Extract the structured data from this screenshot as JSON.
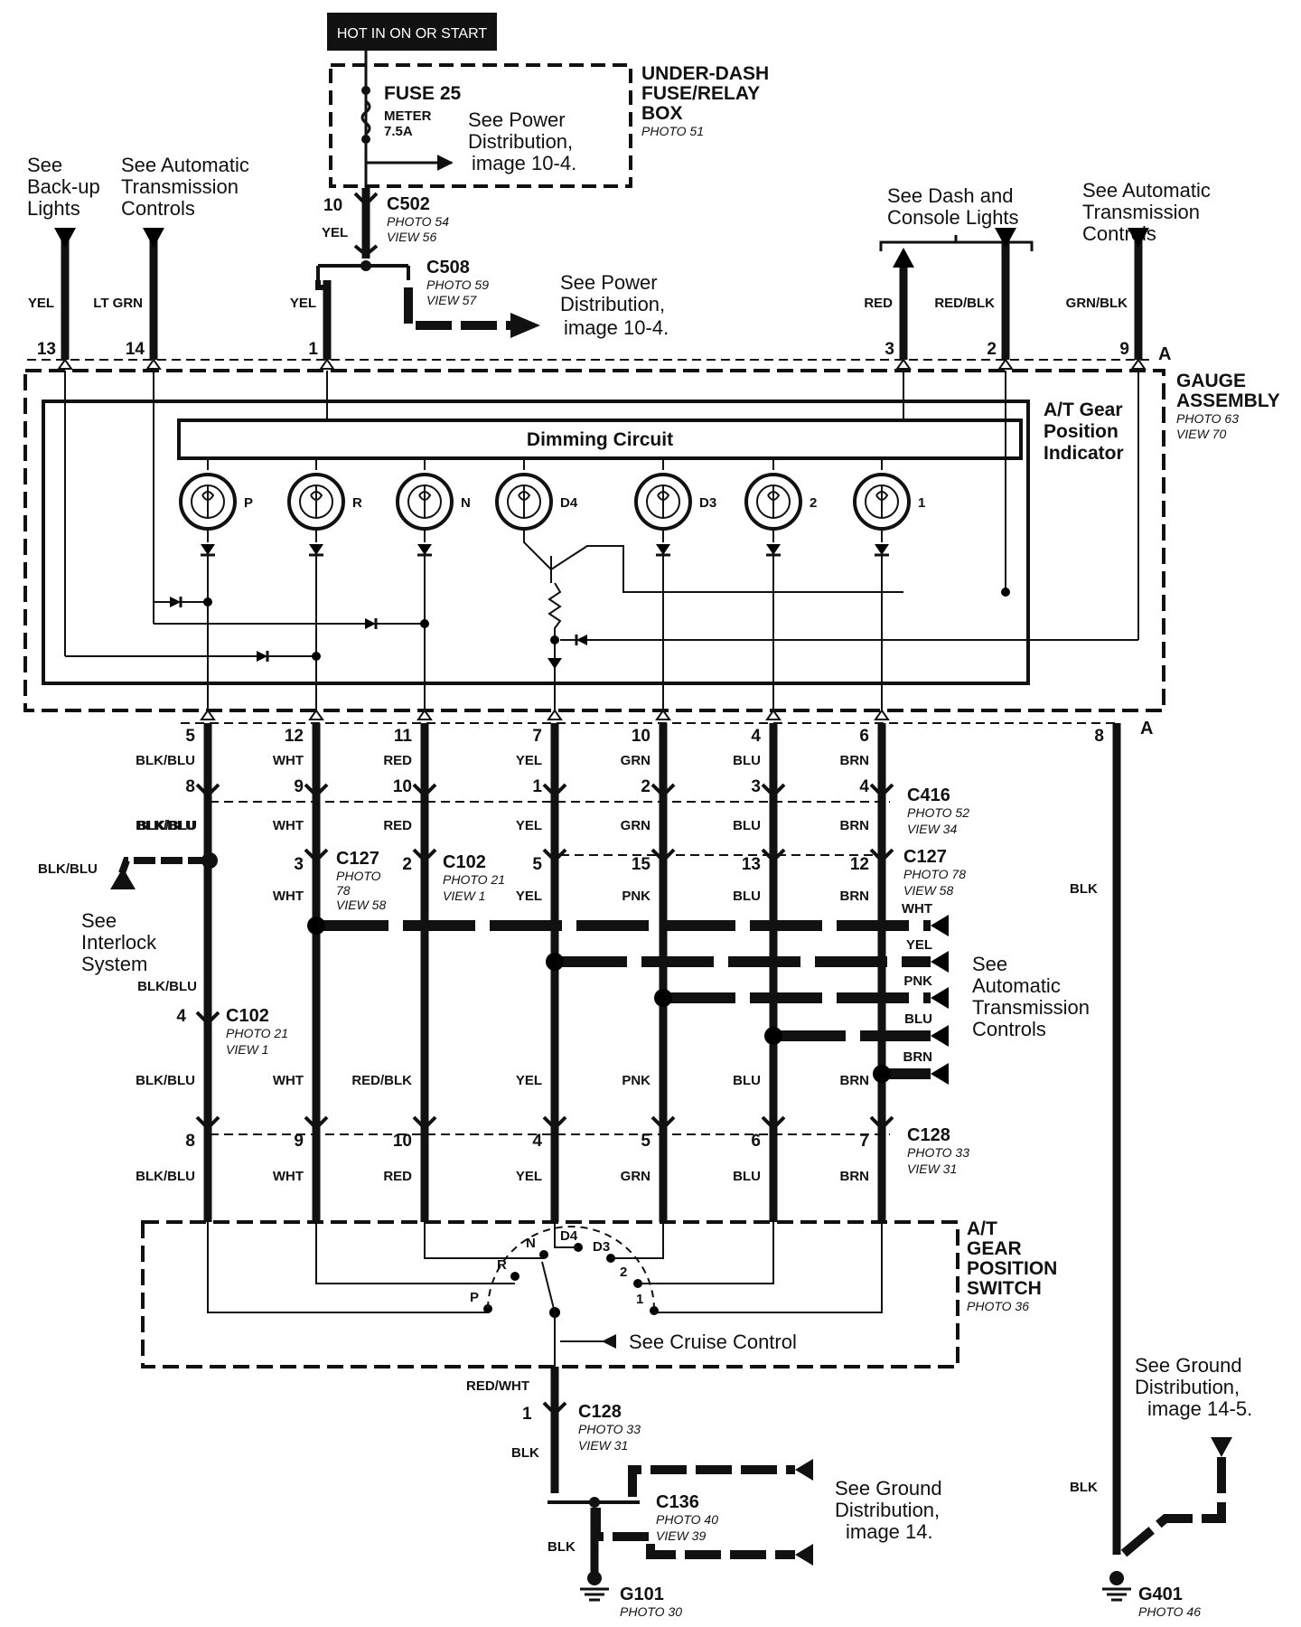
{
  "header": {
    "hot_label": "HOT IN ON OR START"
  },
  "fuse_box": {
    "title": [
      "UNDER-DASH",
      "FUSE/RELAY",
      "BOX"
    ],
    "photo": "PHOTO 51",
    "fuse": "FUSE 25",
    "fuse_sub": [
      "METER",
      "7.5A"
    ],
    "see": [
      "See Power",
      "Distribution,",
      "image 10-4."
    ]
  },
  "connectors": {
    "c502": {
      "name": "C502",
      "photo": "PHOTO 54",
      "view": "VIEW 56",
      "pin": "10"
    },
    "c508": {
      "name": "C508",
      "photo": "PHOTO 59",
      "view": "VIEW 57"
    },
    "c416": {
      "name": "C416",
      "photo": "PHOTO 52",
      "view": "VIEW 34"
    },
    "c127a": {
      "name": "C127",
      "photo": [
        "PHOTO",
        "78"
      ],
      "view": "VIEW 58"
    },
    "c102a": {
      "name": "C102",
      "photo": "PHOTO 21",
      "view": "VIEW 1"
    },
    "c127b": {
      "name": "C127",
      "photo": "PHOTO 78",
      "view": "VIEW 58"
    },
    "c102b": {
      "name": "C102",
      "photo": "PHOTO 21",
      "view": "VIEW 1"
    },
    "c128a": {
      "name": "C128",
      "photo": "PHOTO 33",
      "view": "VIEW 31"
    },
    "c128b": {
      "name": "C128",
      "photo": "PHOTO 33",
      "view": "VIEW 31"
    },
    "c136": {
      "name": "C136",
      "photo": "PHOTO 40",
      "view": "VIEW 39"
    }
  },
  "refs": {
    "backup": [
      "See",
      "Back-up",
      "Lights"
    ],
    "atc_left": [
      "See Automatic",
      "Transmission",
      "Controls"
    ],
    "power2": [
      "See Power",
      "Distribution,",
      "image 10-4."
    ],
    "dash": [
      "See Dash and",
      "Console Lights"
    ],
    "atc_right": [
      "See Automatic",
      "Transmission",
      "Controls"
    ],
    "interlock": [
      "See",
      "Interlock",
      "System"
    ],
    "atc_mid": [
      "See",
      "Automatic",
      "Transmission",
      "Controls"
    ],
    "cruise": "See Cruise Control",
    "ground1": [
      "See Ground",
      "Distribution,",
      "image 14."
    ],
    "ground2": [
      "See Ground",
      "Distribution,",
      "image 14-5."
    ]
  },
  "gauge": {
    "title": [
      "GAUGE",
      "ASSEMBLY"
    ],
    "photo": "PHOTO 63",
    "view": "VIEW 70",
    "indicator": [
      "A/T Gear",
      "Position",
      "Indicator"
    ],
    "dimming": "Dimming Circuit",
    "lamps": [
      "P",
      "R",
      "N",
      "D4",
      "D3",
      "2",
      "1"
    ],
    "a_label": "A"
  },
  "top_wires": [
    {
      "pin": "13",
      "color": "YEL"
    },
    {
      "pin": "14",
      "color": "LT GRN"
    },
    {
      "pin": "1",
      "color": "YEL"
    },
    {
      "pin": "3",
      "color": "RED"
    },
    {
      "pin": "2",
      "color": "RED/BLK"
    },
    {
      "pin": "9",
      "color": "GRN/BLK"
    }
  ],
  "yel_c502": "YEL",
  "bottom_pins": {
    "gauge": [
      "5",
      "12",
      "11",
      "7",
      "10",
      "4",
      "6",
      "8"
    ],
    "c416": [
      "8",
      "9",
      "10",
      "1",
      "2",
      "3",
      "4"
    ],
    "c127": [
      "3",
      "2",
      "5",
      "15",
      "13",
      "12"
    ],
    "c102": [
      "4"
    ],
    "c128": [
      "8",
      "9",
      "10",
      "4",
      "5",
      "6",
      "7"
    ],
    "c128b": [
      "1"
    ]
  },
  "wire_colors": {
    "row1": [
      "BLK/BLU",
      "WHT",
      "RED",
      "YEL",
      "GRN",
      "BLU",
      "BRN"
    ],
    "row2": [
      "BLK/BLU",
      "WHT",
      "RED",
      "YEL",
      "GRN",
      "BLU",
      "BRN"
    ],
    "row3": [
      "BLK/BLU",
      "WHT",
      "YEL",
      "PNK",
      "BLU",
      "BRN"
    ],
    "interlock_wire": "BLK/BLU",
    "row4": [
      "BLK/BLU"
    ],
    "row5": [
      "BLK/BLU",
      "WHT",
      "RED/BLK",
      "YEL",
      "PNK",
      "BLU",
      "BRN"
    ],
    "row6": [
      "BLK/BLU",
      "WHT",
      "RED",
      "YEL",
      "GRN",
      "BLU",
      "BRN"
    ],
    "atc_out": [
      "WHT",
      "YEL",
      "PNK",
      "BLU",
      "BRN"
    ],
    "blk": "BLK",
    "redwht": "RED/WHT"
  },
  "switch": {
    "title": [
      "A/T",
      "GEAR",
      "POSITION",
      "SWITCH"
    ],
    "photo": "PHOTO 36",
    "positions": [
      "P",
      "R",
      "N",
      "D4",
      "D3",
      "2",
      "1"
    ]
  },
  "grounds": {
    "g101": {
      "name": "G101",
      "photo": "PHOTO 30"
    },
    "g401": {
      "name": "G401",
      "photo": "PHOTO 46"
    }
  }
}
